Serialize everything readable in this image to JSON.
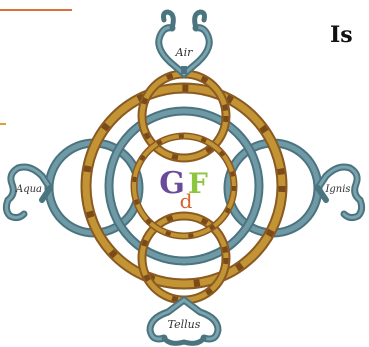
{
  "labels": {
    "air": "Air",
    "aqua": "Aqua",
    "ignis": "Ignis",
    "tellus": "Tellus"
  },
  "monogram": {
    "g": "G",
    "d": "d",
    "f": "F"
  },
  "cut_text": "Is",
  "colors": {
    "gold": "#b5882a",
    "gold_dark": "#8a5a22",
    "blue": "#5f8d98",
    "blue_dark": "#4a7480",
    "g_color": "#6a4a9a",
    "d_color": "#d8632e",
    "f_color": "#8cc63f",
    "corner_line": "#d9713a"
  }
}
